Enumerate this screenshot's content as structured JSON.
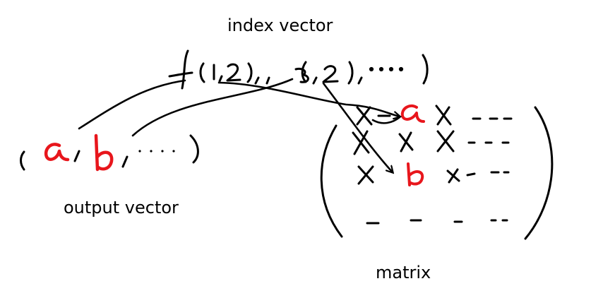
{
  "labels": {
    "index_vector": "index vector",
    "output_vector": "output vector",
    "matrix": "matrix"
  },
  "output_vector": {
    "elements": [
      "a",
      "b"
    ],
    "ellipsis": "..."
  },
  "index_vector": {
    "pairs": [
      "(1,2)",
      "(3,2)"
    ],
    "ellipsis": "..."
  },
  "matrix": {
    "highlighted": [
      "a",
      "b"
    ]
  },
  "colors": {
    "ink": "#000000",
    "highlight": "#e8161c"
  }
}
